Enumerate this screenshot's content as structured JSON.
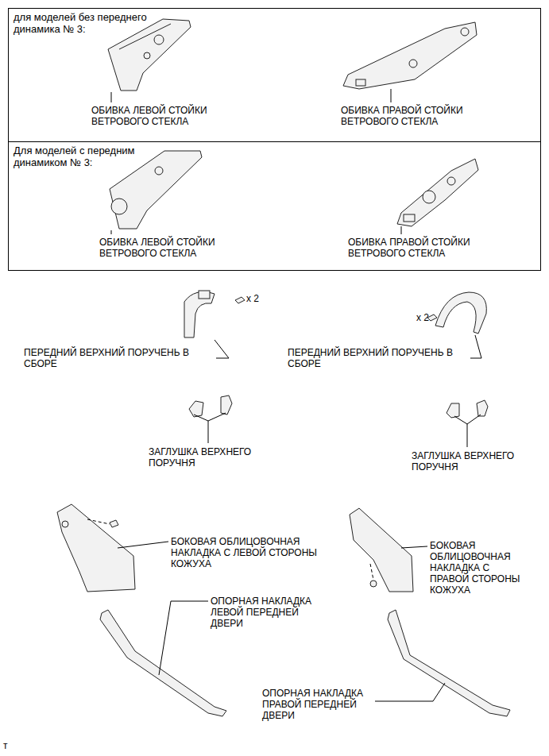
{
  "diagram": {
    "nodes": [
      {
        "text": [
          "для моделей без переднего динамика № 3:",
          "ОБИВКА ЛЕВОЙ СТОЙКИ ВЕТРОВОГО СТЕКЛА",
          "ОБИВКА ПРАВОЙ СТОЙКИ ВЕТРОВОГО СТЕКЛА"
        ]
      },
      {
        "text": [
          "Для моделей с передним динамиком № 3:",
          "ОБИВКА ЛЕВОЙ СТОЙКИ ВЕТРОВОГО СТЕКЛА",
          "ОБИВКА ПРАВОЙ СТОЙКИ ВЕТРОВОГО СТЕКЛА"
        ]
      }
    ],
    "labels": [
      "x 2",
      "ПЕРЕДНИЙ ВЕРХНИЙ ПОРУЧЕНЬ В СБОРЕ",
      "x 2",
      "ПЕРЕДНИЙ ВЕРХНИЙ ПОРУЧЕНЬ В СБОРЕ",
      "ЗАГЛУШКА ВЕРХНЕГО ПОРУЧНЯ",
      "ЗАГЛУШКА ВЕРХНЕГО ПОРУЧНЯ",
      "БОКОВАЯ ОБЛИЦОВОЧНАЯ НАКЛАДКА С ЛЕВОЙ СТОРОНЫ КОЖУХА",
      "БОКОВАЯ ОБЛИЦОВОЧНАЯ НАКЛАДКА С ПРАВОЙ СТОРОНЫ КОЖУХА",
      "ОПОРНАЯ НАКЛАДКА ЛЕВОЙ ПЕРЕДНЕЙ ДВЕРИ",
      "ОПОРНАЯ НАКЛАДКА ПРАВОЙ ПЕРЕДНЕЙ ДВЕРИ",
      "т"
    ]
  }
}
